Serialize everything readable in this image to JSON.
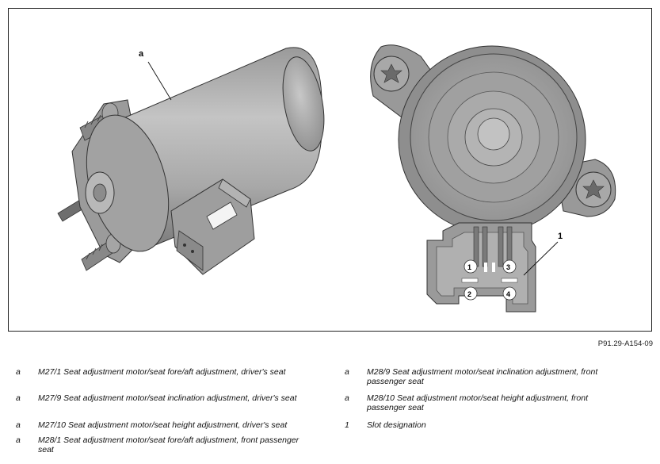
{
  "diagram": {
    "callouts": {
      "a": "a",
      "one": "1"
    },
    "connector_pins": [
      "1",
      "2",
      "3",
      "4"
    ],
    "figure_id": "P91.29-A154-09"
  },
  "legend": {
    "left": [
      {
        "key": "a",
        "text": "M27/1 Seat adjustment motor/seat fore/aft adjustment, driver's seat"
      },
      {
        "key": "a",
        "text": "M27/9 Seat adjustment motor/seat inclination adjustment, driver's seat"
      },
      {
        "key": "a",
        "text": "M27/10 Seat adjustment motor/seat height adjustment, driver's seat"
      },
      {
        "key": "a",
        "text": "M28/1 Seat adjustment motor/seat fore/aft adjustment, front passenger seat"
      }
    ],
    "right": [
      {
        "key": "a",
        "text": "M28/9 Seat adjustment motor/seat inclination adjustment, front passenger seat"
      },
      {
        "key": "a",
        "text": "M28/10 Seat adjustment motor/seat height adjustment, front passenger seat"
      },
      {
        "key": "1",
        "text": "Slot designation"
      }
    ]
  }
}
